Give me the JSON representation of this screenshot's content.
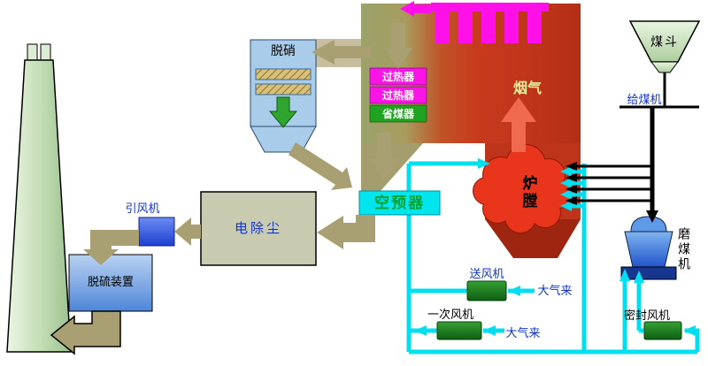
{
  "flue_gas_path": {
    "denitration": "脱硝",
    "superheater_1": "过热器",
    "superheater_2": "过热器",
    "economizer": "省煤器",
    "flue_gas": "烟气",
    "furnace": "炉膛",
    "air_preheater": "空预器",
    "precipitator": "电除尘",
    "induced_draft_fan": "引风机",
    "desulfurization": "脱硫装置"
  },
  "coal_path": {
    "coal_hopper": "煤斗",
    "coal_feeder": "给煤机",
    "coal_mill": "磨煤机"
  },
  "air_path": {
    "forced_draft_fan": "送风机",
    "air_from_atmosphere_1": "大气来",
    "primary_air_fan": "一次风机",
    "air_from_atmosphere_2": "大气来",
    "seal_fan": "密封风机"
  },
  "colors": {
    "flue_arrow": "#A89F73",
    "air_pipe": "#00DFF0",
    "coal_line": "#000000",
    "furnace_flame": "#E8351B",
    "superheater_box": "#FA14E6",
    "economizer_box": "#1FA320",
    "air_preheater_box": "#00E5EE",
    "boiler_left": "#9AA36B",
    "boiler_right": "#B42E16",
    "label_blue": "#1133CC"
  }
}
